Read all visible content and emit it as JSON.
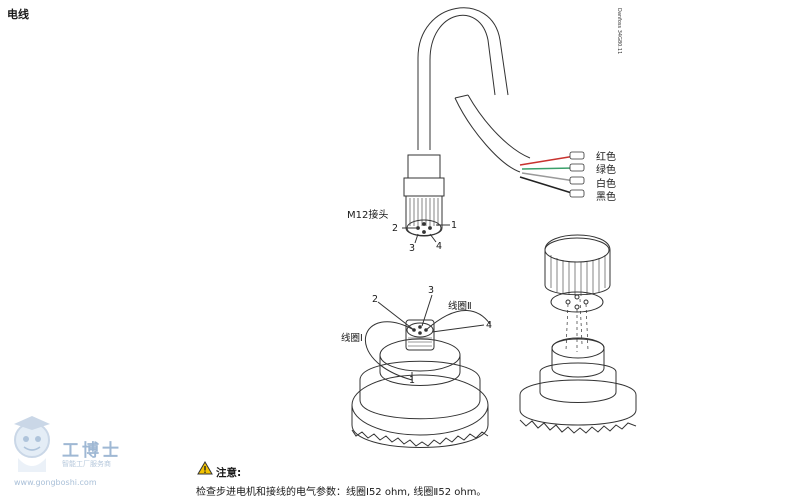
{
  "doc": {
    "title": "电线",
    "drawing_code": "Danfoss\n34G80.11",
    "connector_label": "M12接头",
    "pins": [
      "1",
      "2",
      "3",
      "4"
    ],
    "wires": [
      {
        "label": "红色",
        "color": "#c8332f"
      },
      {
        "label": "绿色",
        "color": "#3aa06a"
      },
      {
        "label": "白色",
        "color": "#9a9a9a"
      },
      {
        "label": "黑色",
        "color": "#222222"
      }
    ],
    "coil_1": "线圈Ⅰ",
    "coil_2": "线圈Ⅱ",
    "note_title": "注意:",
    "note_text": "检查步进电机和接线的电气参数：线圈Ⅰ52 ohm, 线圈Ⅱ52 ohm。"
  },
  "watermark": {
    "name": "工博士",
    "subtitle": "智能工厂服务商",
    "url": "www.gongboshi.com"
  },
  "colors": {
    "line": "#333333",
    "warning": "#f2c200"
  }
}
